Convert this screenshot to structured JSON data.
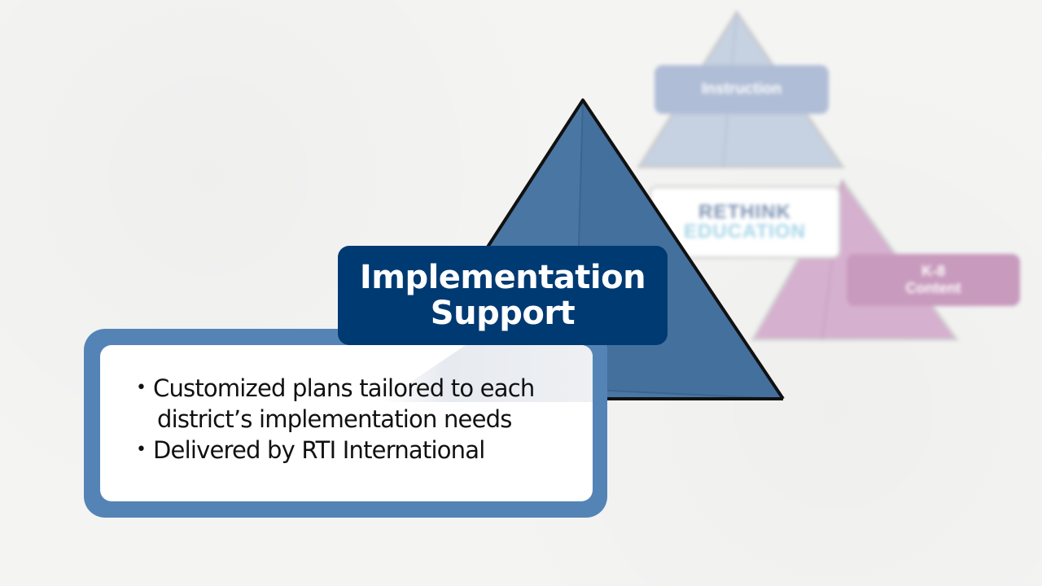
{
  "diagram": {
    "title_line1": "Implementation",
    "title_line2": "Support",
    "bullets": [
      {
        "line1": "Customized plans tailored to each",
        "line2": "district’s implementation needs"
      },
      {
        "line1": "Delivered by RTI International"
      }
    ],
    "background_labels": {
      "instruction": "Instruction",
      "rethink_line1": "RETHINK",
      "rethink_line2": "EDUCATION",
      "k8_line1": "K-8",
      "k8_line2": "Content"
    },
    "colors": {
      "title_bg": "#003a73",
      "content_border": "#5484b5",
      "pyramid_blue": "#4a76a3",
      "instruction_pyramid": "#c5d0e0",
      "k8_pyramid": "#d5afcd"
    }
  }
}
